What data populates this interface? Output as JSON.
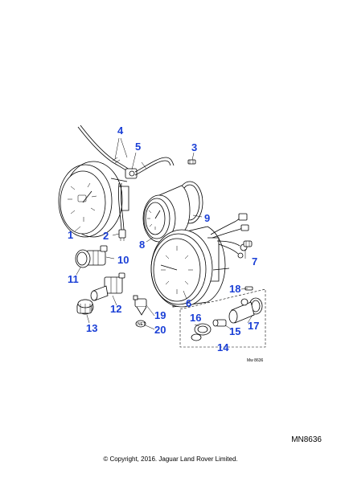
{
  "callouts": [
    {
      "id": "1",
      "label": "1"
    },
    {
      "id": "2",
      "label": "2"
    },
    {
      "id": "3",
      "label": "3"
    },
    {
      "id": "4",
      "label": "4"
    },
    {
      "id": "5",
      "label": "5"
    },
    {
      "id": "6",
      "label": "6"
    },
    {
      "id": "7",
      "label": "7"
    },
    {
      "id": "8",
      "label": "8"
    },
    {
      "id": "9",
      "label": "9"
    },
    {
      "id": "10",
      "label": "10"
    },
    {
      "id": "11",
      "label": "11"
    },
    {
      "id": "12",
      "label": "12"
    },
    {
      "id": "13",
      "label": "13"
    },
    {
      "id": "14",
      "label": "14"
    },
    {
      "id": "15",
      "label": "15"
    },
    {
      "id": "16",
      "label": "16"
    },
    {
      "id": "17",
      "label": "17"
    },
    {
      "id": "18",
      "label": "18"
    },
    {
      "id": "19",
      "label": "19"
    },
    {
      "id": "20",
      "label": "20"
    }
  ],
  "inset_ref": "Mw 8636",
  "diagram_ref": "MN8636",
  "copyright": "© Copyright, 2016. Jaguar Land Rover Limited.",
  "colors": {
    "callout": "#1a3fd6",
    "line": "#000000"
  }
}
